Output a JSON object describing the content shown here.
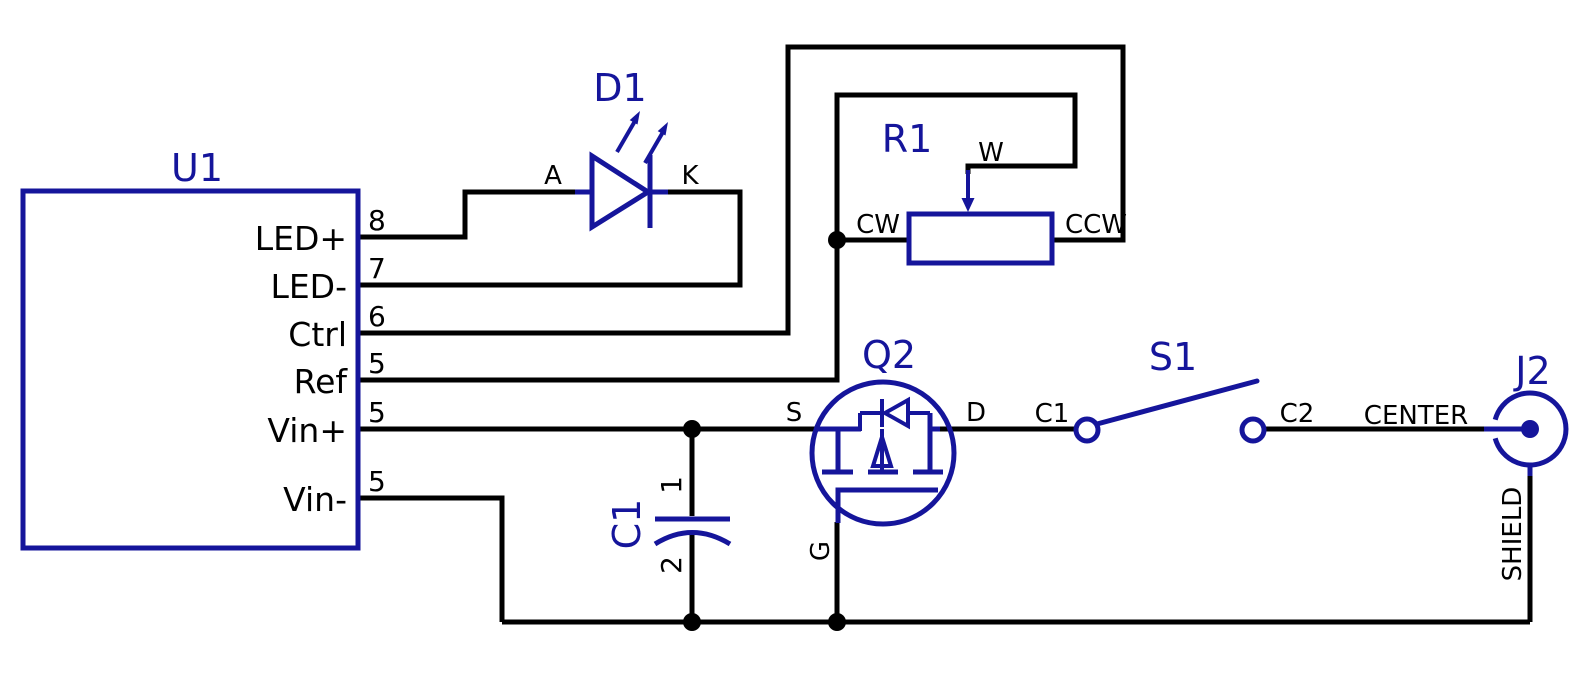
{
  "colors": {
    "wire": "#000000",
    "symbol": "#15159B",
    "background": "#FFFFFF",
    "contact_fill": "#FFFFFF"
  },
  "components": {
    "u1": {
      "ref": "U1",
      "pins": [
        {
          "num": "8",
          "name": "LED+"
        },
        {
          "num": "7",
          "name": "LED-"
        },
        {
          "num": "6",
          "name": "Ctrl"
        },
        {
          "num": "5",
          "name": "Ref"
        },
        {
          "num": "5",
          "name": "Vin+"
        },
        {
          "num": "5",
          "name": "Vin-"
        }
      ]
    },
    "d1": {
      "ref": "D1",
      "anode_label": "A",
      "cathode_label": "K"
    },
    "r1": {
      "ref": "R1",
      "cw_label": "CW",
      "wiper_label": "W",
      "ccw_label": "CCW"
    },
    "c1": {
      "ref": "C1",
      "pin1": "1",
      "pin2": "2"
    },
    "q2": {
      "ref": "Q2",
      "source_label": "S",
      "drain_label": "D",
      "gate_label": "G"
    },
    "s1": {
      "ref": "S1",
      "contact1_label": "C1",
      "contact2_label": "C2"
    },
    "j2": {
      "ref": "J2",
      "center_label": "CENTER",
      "shield_label": "SHIELD"
    }
  }
}
